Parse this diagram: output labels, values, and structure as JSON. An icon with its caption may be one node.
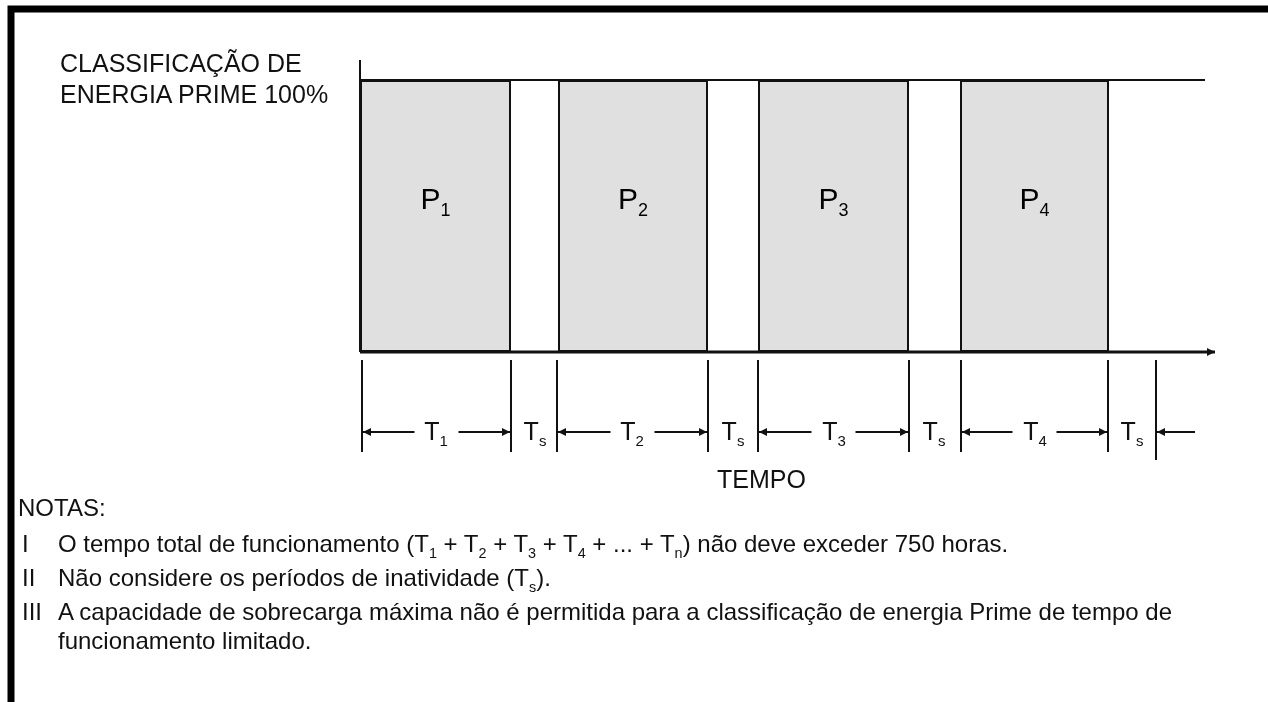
{
  "diagram": {
    "nodes": [
      {
        "text": [
          "P$_{1}$"
        ]
      },
      {
        "text": [
          "P$_{2}$"
        ]
      },
      {
        "text": [
          "P$_{3}$"
        ]
      },
      {
        "text": [
          "P$_{4}$"
        ]
      }
    ],
    "labels": [
      "CLASSIFICAÇÃO DE ENERGIA PRIME 100%",
      "T$_{1}$",
      "T$_{s}$",
      "T$_{2}$",
      "T$_{s}$",
      "T$_{3}$",
      "T$_{s}$",
      "T$_{4}$",
      "T$_{s}$",
      "TEMPO",
      "NOTAS:",
      "I",
      "O tempo total de funcionamento (T$_{1}$ + T$_{2}$ + T$_{3}$ + T$_{4}$ + ... + T$_{n}$) não deve exceder 750 horas.",
      "II",
      "Não considere os períodos de inatividade (T$_{s}$).",
      "III",
      "A capacidade de sobrecarga máxima não é permitida para a classificação de energia Prime de tempo de funcionamento limitado."
    ]
  }
}
